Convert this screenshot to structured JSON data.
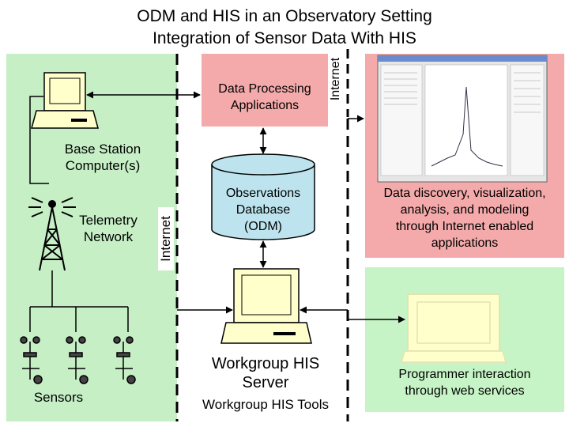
{
  "title": {
    "line1": "ODM and HIS in an Observatory Setting",
    "line2": "Integration of Sensor Data With HIS"
  },
  "colors": {
    "left_panel": "#c6efc6",
    "processing_box": "#f4aaaa",
    "right_top_panel": "#f4aaaa",
    "right_bottom_panel": "#c6f4c6",
    "database": "#bde4ee",
    "computer_fill": "#ffffcc"
  },
  "labels": {
    "base_station": "Base Station\nComputer(s)",
    "telemetry": "Telemetry\nNetwork",
    "sensors": "Sensors",
    "internet_left": "Internet",
    "internet_top": "Internet",
    "data_processing": "Data Processing\nApplications",
    "database": "Observations\nDatabase\n(ODM)",
    "workgroup_server": "Workgroup HIS\nServer",
    "workgroup_tools": "Workgroup HIS Tools",
    "data_discovery": "Data discovery, visualization,\nanalysis, and modeling\nthrough Internet enabled\napplications",
    "programmer": "Programmer interaction\nthrough web services"
  },
  "icons": {
    "base_station_computer": "desktop-computer-icon",
    "telemetry_tower": "radio-tower-icon",
    "sensor": "weather-sensor-icon",
    "server": "server-computer-icon",
    "programmer_computer": "desktop-computer-icon",
    "app_screenshot": "application-window-icon"
  }
}
